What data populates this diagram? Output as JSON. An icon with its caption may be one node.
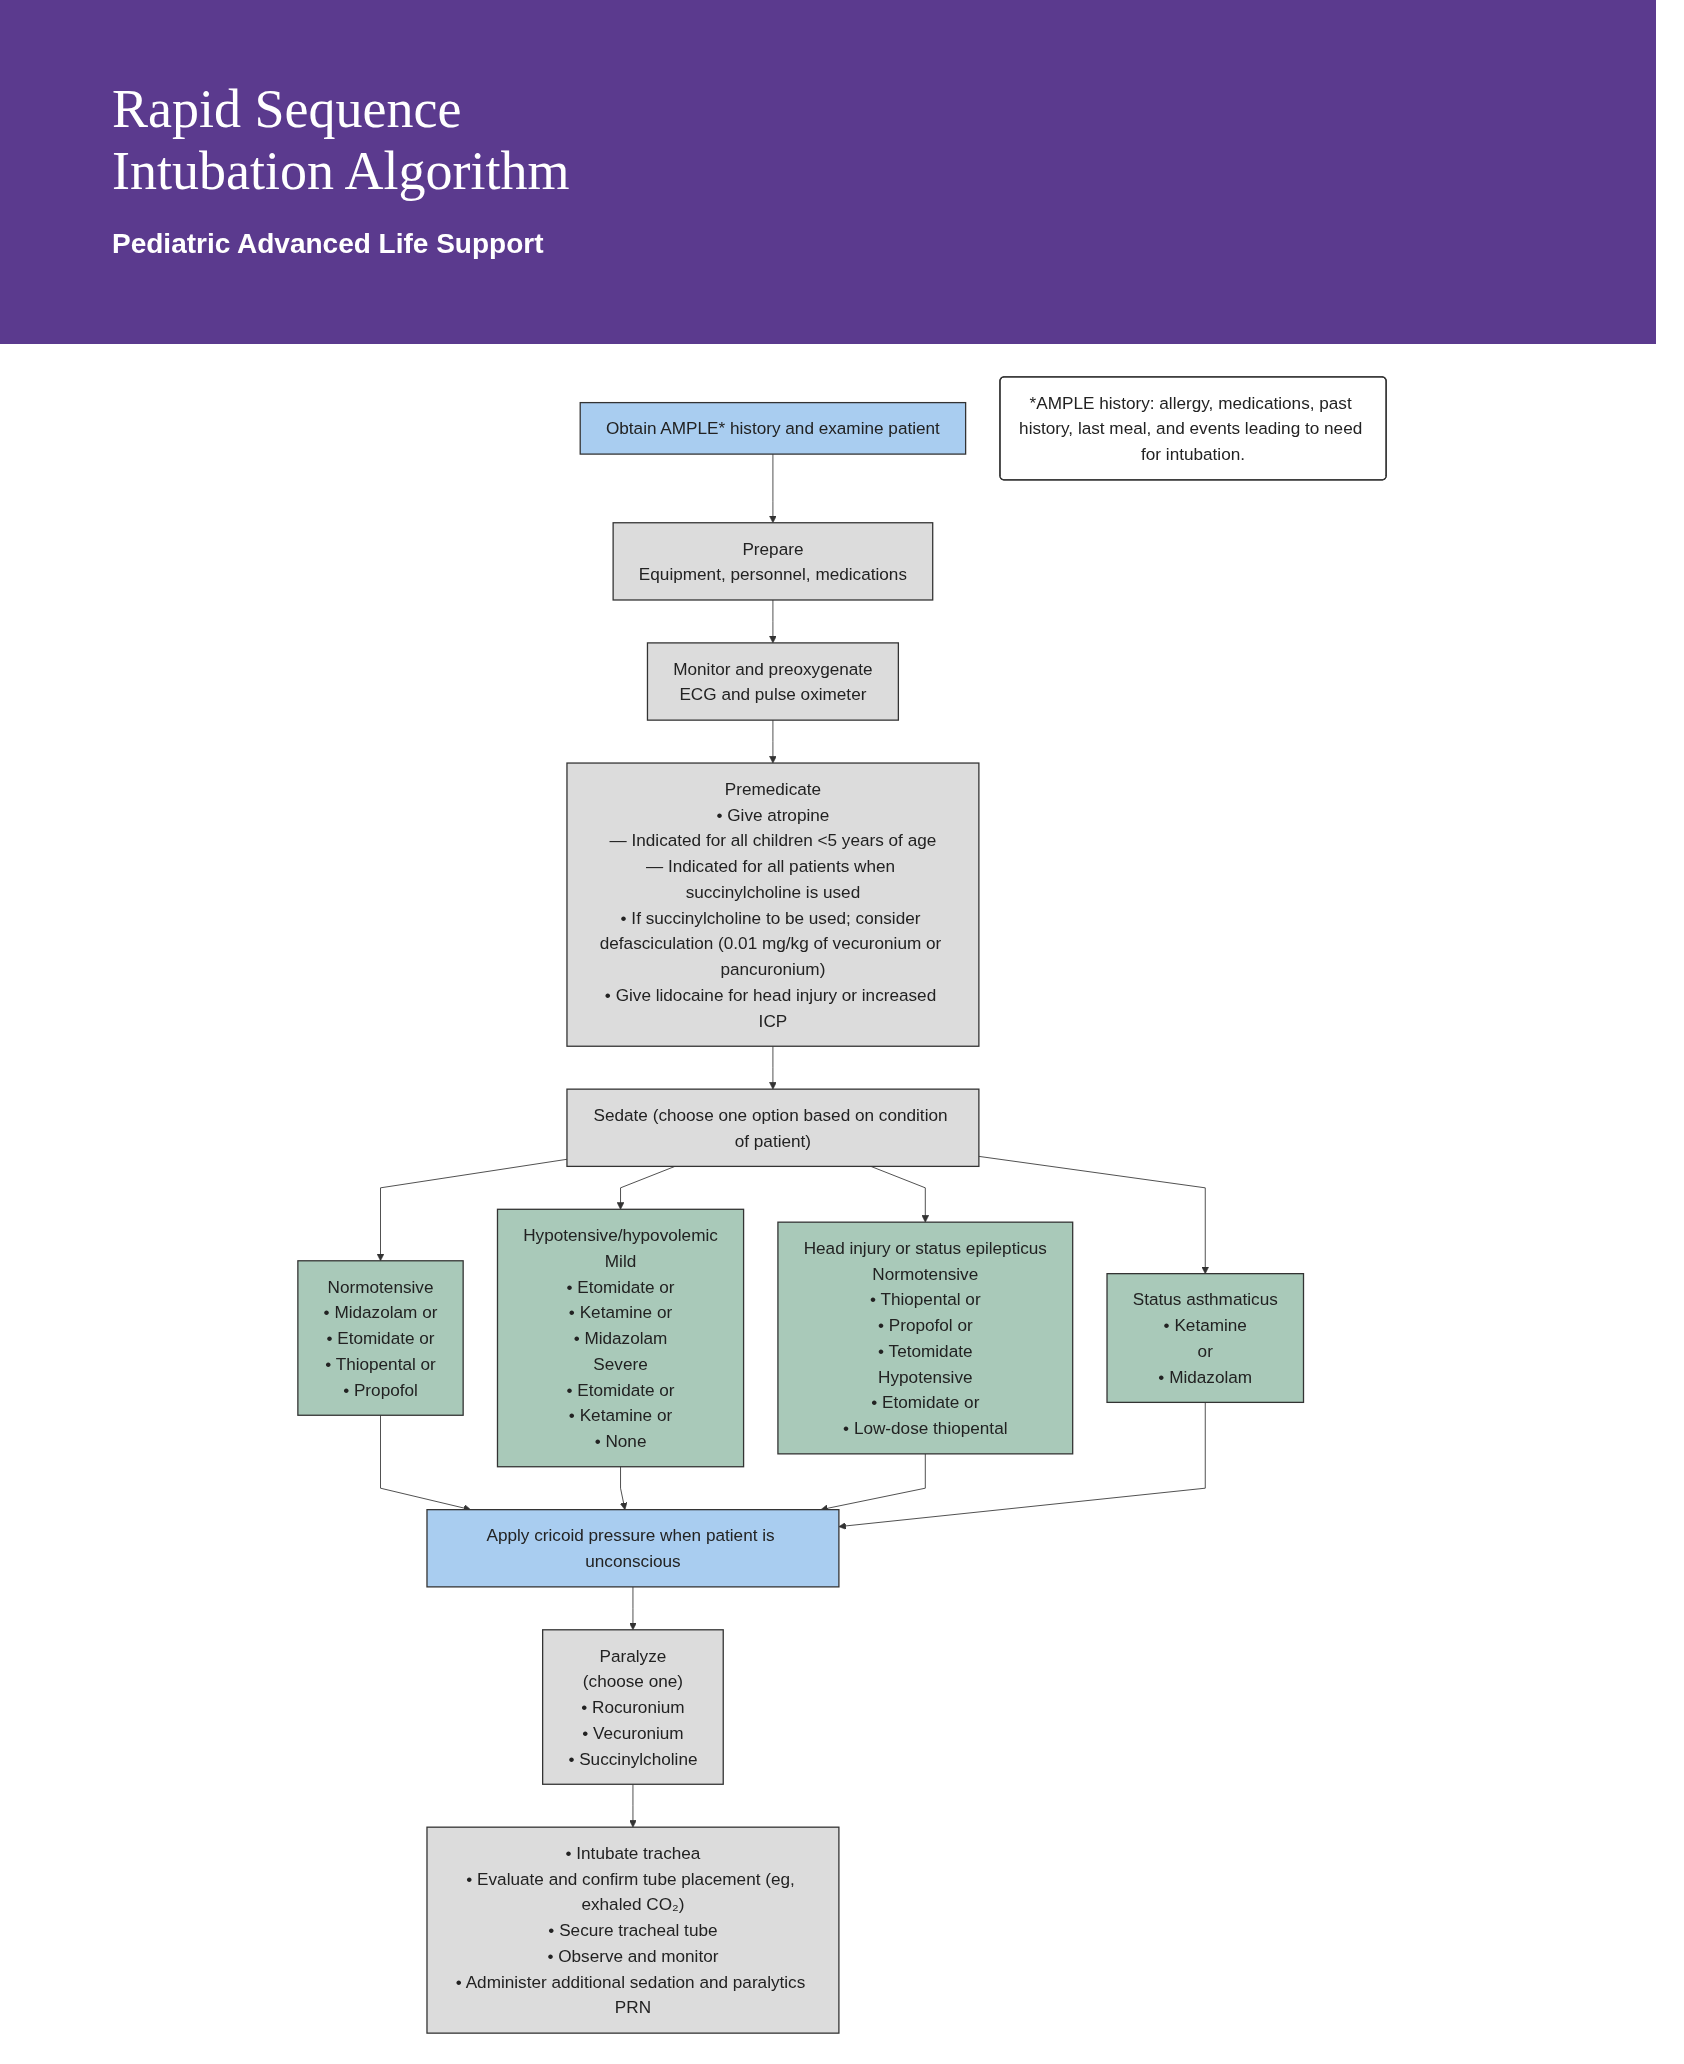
{
  "diagram": {
    "title": "Rapid Sequence Intubation Algorithm",
    "nodes": [
      {
        "text": [
          "Obtain AMPLE* history and examine patient"
        ]
      },
      {
        "text": [
          "Prepare",
          "Equipment, personnel, medications"
        ]
      },
      {
        "text": [
          "Monitor and preoxygenate",
          "ECG and pulse oximeter"
        ]
      },
      {
        "text": [
          "Premedicate",
          "• Give atropine",
          "— Indicated for all children <5 years of age",
          "— Indicated for all patients when succinylcholine is used",
          "• If succinylcholine to be used; consider defasciculation (0.01 mg/kg of vecuronium or pancuronium)",
          "• Give lidocaine for head injury or increased ICP"
        ]
      },
      {
        "text": [
          "Sedate (choose one option based on condition of patient)"
        ]
      },
      {
        "text": [
          "Normotensive",
          "• Midazolam or",
          "• Etomidate or",
          "• Thiopental or",
          "• Propofol"
        ]
      },
      {
        "text": [
          "Hypotensive/hypovolemic",
          "Mild",
          "• Etomidate or",
          "• Ketamine or",
          "• Midazolam",
          "Severe",
          "• Etomidate or",
          "• Ketamine or",
          "• None"
        ]
      },
      {
        "text": [
          "Head injury or status epilepticus",
          "Normotensive",
          "• Thiopental or",
          "• Propofol or",
          "• Tetomidate",
          "Hypotensive",
          "• Etomidate or",
          "• Low-dose thiopental"
        ]
      },
      {
        "text": [
          "Status asthmaticus",
          "• Ketamine",
          "or",
          "• Midazolam"
        ]
      },
      {
        "text": [
          "Apply cricoid pressure when patient is unconscious"
        ]
      },
      {
        "text": [
          "Paralyze",
          "(choose one)",
          "• Rocuronium",
          "• Vecuronium",
          "• Succinylcholine"
        ]
      },
      {
        "text": [
          "• Intubate trachea",
          "• Evaluate and confirm tube placement (eg, exhaled CO₂)",
          "• Secure tracheal tube",
          "• Observe and monitor",
          "• Administer additional sedation and paralytics PRN"
        ]
      },
      {
        "text": [
          "*AMPLE history: allergy, medications, past history, last meal, and events leading to need for intubation."
        ]
      }
    ],
    "edges": [
      {
        "from": 0,
        "to": 1,
        "arrow": "to"
      },
      {
        "from": 1,
        "to": 2,
        "arrow": "to"
      },
      {
        "from": 2,
        "to": 3,
        "arrow": "to"
      },
      {
        "from": 3,
        "to": 4,
        "arrow": "to"
      },
      {
        "from": 4,
        "to": 5,
        "arrow": "to"
      },
      {
        "from": 4,
        "to": 6,
        "arrow": "to"
      },
      {
        "from": 4,
        "to": 7,
        "arrow": "to"
      },
      {
        "from": 4,
        "to": 8,
        "arrow": "to"
      },
      {
        "from": 5,
        "to": 9,
        "arrow": "to"
      },
      {
        "from": 6,
        "to": 9,
        "arrow": "to"
      },
      {
        "from": 7,
        "to": 9,
        "arrow": "to"
      },
      {
        "from": 8,
        "to": 9,
        "arrow": "to"
      },
      {
        "from": 9,
        "to": 10,
        "arrow": "to"
      },
      {
        "from": 10,
        "to": 11,
        "arrow": "to"
      }
    ],
    "labels": [
      "Pediatric Advanced Life Support"
    ]
  }
}
